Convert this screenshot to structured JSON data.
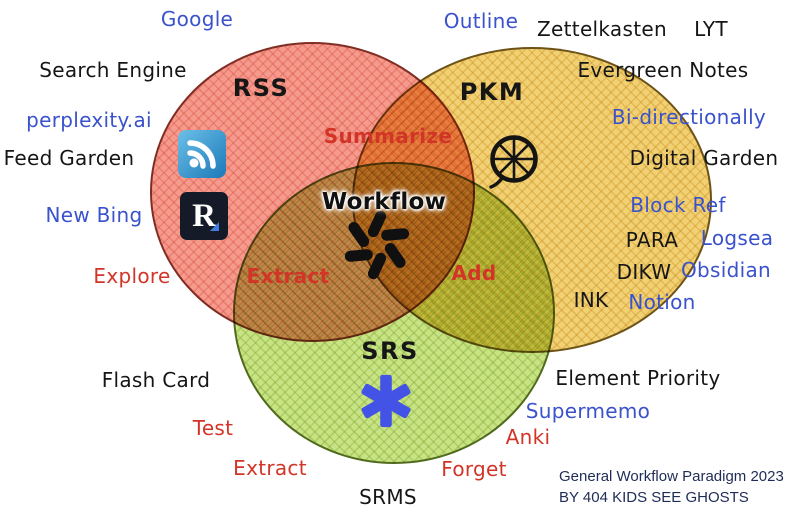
{
  "diagram": {
    "circles": {
      "rss": "RSS",
      "pkm": "PKM",
      "srs": "SRS"
    },
    "center": "Workflow",
    "overlaps": {
      "rss_pkm": "Summarize",
      "rss_srs": "Extract",
      "pkm_srs": "Add"
    }
  },
  "labels": {
    "google": "Google",
    "outline": "Outline",
    "zettelkasten": "Zettelkasten",
    "lyt": "LYT",
    "search_engine": "Search Engine",
    "evergreen_notes": "Evergreen Notes",
    "perplexity": "perplexity.ai",
    "bi_directionally": "Bi-directionally",
    "feed_garden": "Feed Garden",
    "digital_garden": "Digital Garden",
    "new_bing": "New Bing",
    "block_ref": "Block Ref",
    "para": "PARA",
    "logsea": "Logsea",
    "dikw": "DIKW",
    "obsidian": "Obsidian",
    "explore": "Explore",
    "ink": "INK",
    "notion": "Notion",
    "flash_card": "Flash Card",
    "element_priority": "Element Priority",
    "supermemo": "Supermemo",
    "test": "Test",
    "anki": "Anki",
    "extract_bottom": "Extract",
    "forget": "Forget",
    "srms": "SRMS"
  },
  "icons": {
    "reader_letter": "R"
  },
  "attribution": {
    "line1": "General Workflow Paradigm 2023",
    "line2": "BY 404 KIDS SEE GHOSTS"
  },
  "colors": {
    "rss_fill": "#f28474",
    "pkm_fill": "#f0c95c",
    "srs_fill": "#bede6e",
    "blue_text": "#3a52cc",
    "red_text": "#d23527",
    "black_text": "#161616",
    "anki_blue": "#4353e6",
    "rss_icon_blue": "#2e8fc6",
    "attribution_text": "#1f2c55"
  }
}
